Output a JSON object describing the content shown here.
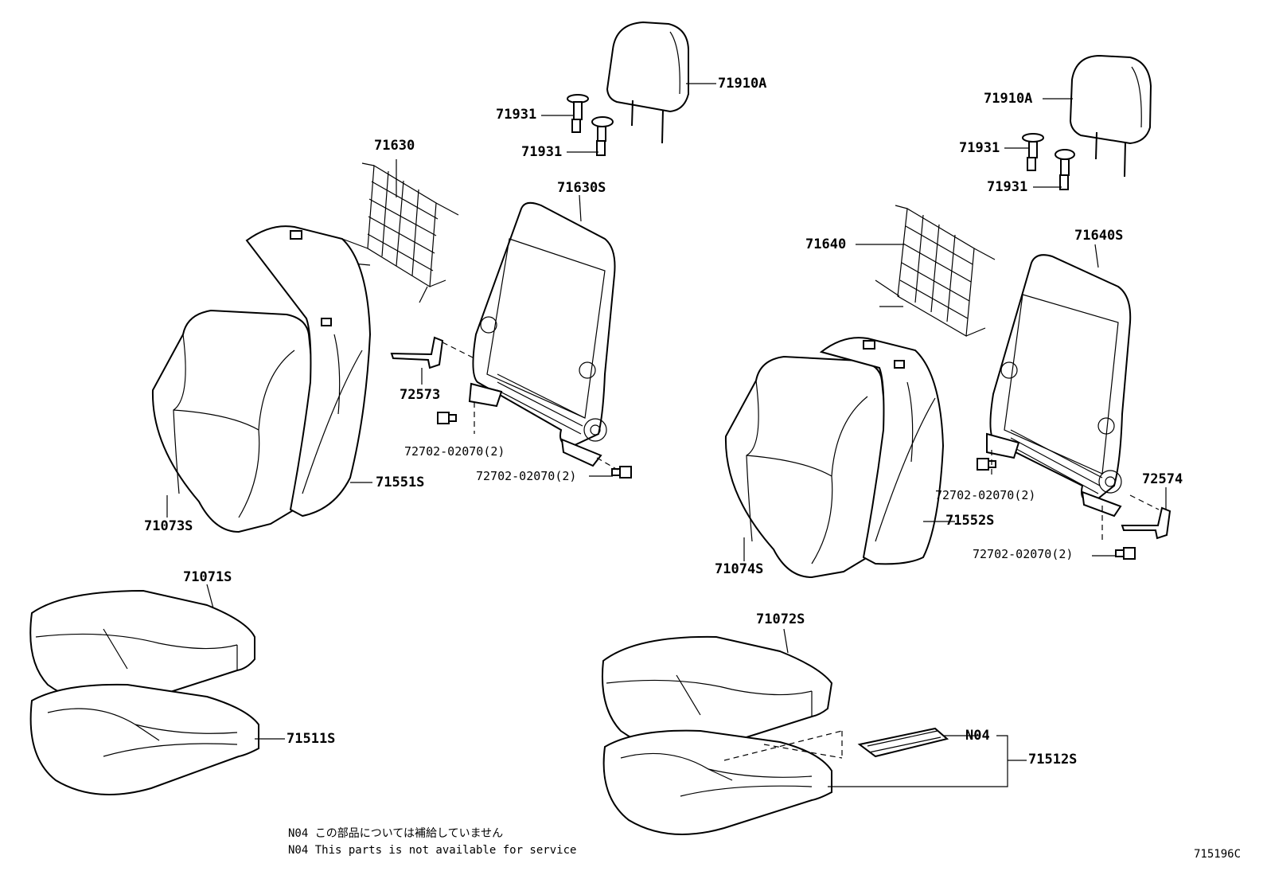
{
  "labels": {
    "headrest_left": "71910A",
    "headrest_right": "71910A",
    "guide_left_1": "71931",
    "guide_left_2": "71931",
    "guide_right_1": "71931",
    "guide_right_2": "71931",
    "spring_left": "71630",
    "spring_right": "71640",
    "frame_left": "71630S",
    "frame_right": "71640S",
    "bracket_left": "72573",
    "bracket_right": "72574",
    "bolt_left_1": "72702-02070(2)",
    "bolt_left_2": "72702-02070(2)",
    "bolt_right_1": "72702-02070(2)",
    "bolt_right_2": "72702-02070(2)",
    "back_cover_left": "71073S",
    "back_cover_right": "71074S",
    "back_pad_left": "71551S",
    "back_pad_right": "71552S",
    "cushion_cover_left": "71071S",
    "cushion_cover_right": "71072S",
    "cushion_pad_left": "71511S",
    "cushion_pad_right": "71512S",
    "heater_pad": "N04"
  },
  "notes": {
    "jp": "N04 この部品については補給していません",
    "en": "N04 This parts is not available for service"
  },
  "figure_id": "715196C"
}
